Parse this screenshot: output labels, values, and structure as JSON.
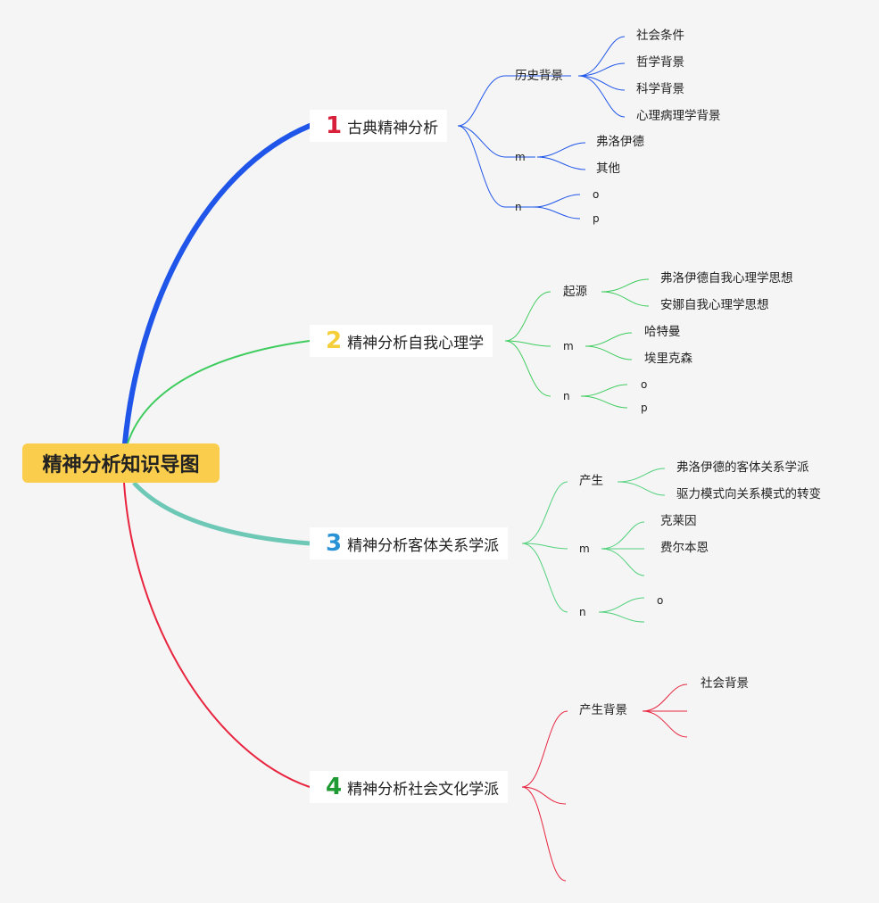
{
  "root": {
    "title": "精神分析知识导图"
  },
  "colors": {
    "root_bg": "#fbcd4c",
    "b1": "#1f55e9",
    "b2": "#3fcc5e",
    "b3": "#6ec8b6",
    "b4": "#e8243f"
  },
  "branches": [
    {
      "number": "1",
      "number_color": "#d8203a",
      "title": "古典精神分析",
      "children": [
        {
          "label": "历史背景",
          "children": [
            "社会条件",
            "哲学背景",
            "科学背景",
            "心理病理学背景"
          ]
        },
        {
          "label": "m",
          "children": [
            "弗洛伊德",
            "其他"
          ]
        },
        {
          "label": "n",
          "children": [
            "o",
            "p"
          ]
        }
      ]
    },
    {
      "number": "2",
      "number_color": "#f5cf3a",
      "title": "精神分析自我心理学",
      "children": [
        {
          "label": "起源",
          "children": [
            "弗洛伊德自我心理学思想",
            "安娜自我心理学思想"
          ]
        },
        {
          "label": "m",
          "children": [
            "哈特曼",
            "埃里克森"
          ]
        },
        {
          "label": "n",
          "children": [
            "o",
            "p"
          ]
        }
      ]
    },
    {
      "number": "3",
      "number_color": "#2a93d5",
      "title": "精神分析客体关系学派",
      "children": [
        {
          "label": "产生",
          "children": [
            "弗洛伊德的客体关系学派",
            "驱力模式向关系模式的转变"
          ]
        },
        {
          "label": "m",
          "children": [
            "克莱因",
            "费尔本恩",
            ""
          ]
        },
        {
          "label": "n",
          "children": [
            "o",
            ""
          ]
        }
      ]
    },
    {
      "number": "4",
      "number_color": "#1e9a32",
      "title": "精神分析社会文化学派",
      "children": [
        {
          "label": "产生背景",
          "children": [
            "社会背景",
            "",
            ""
          ]
        },
        {
          "label": "",
          "children": []
        },
        {
          "label": "",
          "children": []
        }
      ]
    }
  ]
}
